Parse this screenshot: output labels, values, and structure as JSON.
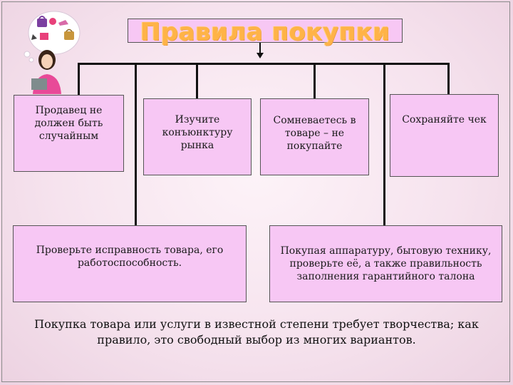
{
  "title": "Правила покупки",
  "boxes": {
    "seller": "Продавец не должен быть случайным",
    "market": "Изучите конъюнктуру рынка",
    "doubt": "Сомневаетесь в товаре – не покупайте",
    "receipt": "Сохраняйте чек",
    "check_goods": "Проверьте исправность товара, его работоспособность.",
    "appliances": "Покупая аппаратуру, бытовую технику, проверьте её, а также правильность заполнения гарантийного талона"
  },
  "caption": "Покупка товара или услуги в известной степени требует творчества; как правило, это свободный выбор из многих вариантов.",
  "colors": {
    "box_fill": "#f7c7f4",
    "title_text": "#ffb347",
    "background": "#f6e3ee"
  },
  "icons": [
    "shopping-woman-clipart",
    "handbag-icon",
    "shoe-icon"
  ]
}
